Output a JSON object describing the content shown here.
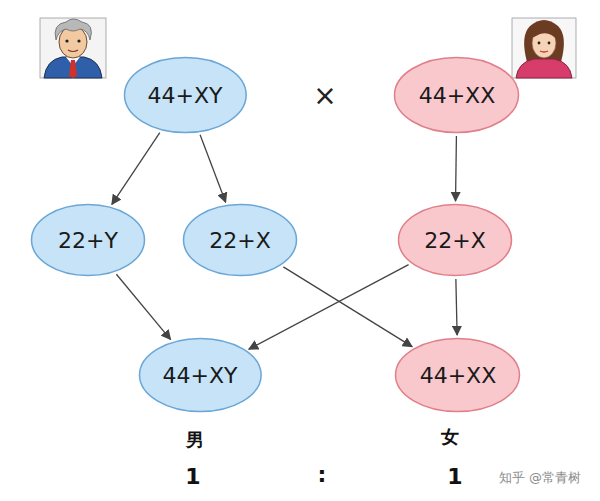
{
  "diagram": {
    "nodes": [
      {
        "text": [
          "44+XY"
        ]
      },
      {
        "text": [
          "44+XX"
        ]
      },
      {
        "text": [
          "22+Y"
        ]
      },
      {
        "text": [
          "22+X"
        ]
      },
      {
        "text": [
          "22+X"
        ]
      },
      {
        "text": [
          "44+XY"
        ]
      },
      {
        "text": [
          "44+XX"
        ]
      }
    ],
    "edges": [
      {
        "from": 0,
        "to": 2,
        "arrow": "to"
      },
      {
        "from": 0,
        "to": 3,
        "arrow": "to"
      },
      {
        "from": 1,
        "to": 4,
        "arrow": "to"
      },
      {
        "from": 2,
        "to": 5,
        "arrow": "to"
      },
      {
        "from": 3,
        "to": 6,
        "arrow": "to"
      },
      {
        "from": 4,
        "to": 5,
        "arrow": "to"
      },
      {
        "from": 4,
        "to": 6,
        "arrow": "to"
      }
    ],
    "labels": [
      "×",
      "男",
      "女",
      "1",
      ":",
      "1",
      "知乎 @常青树"
    ]
  }
}
